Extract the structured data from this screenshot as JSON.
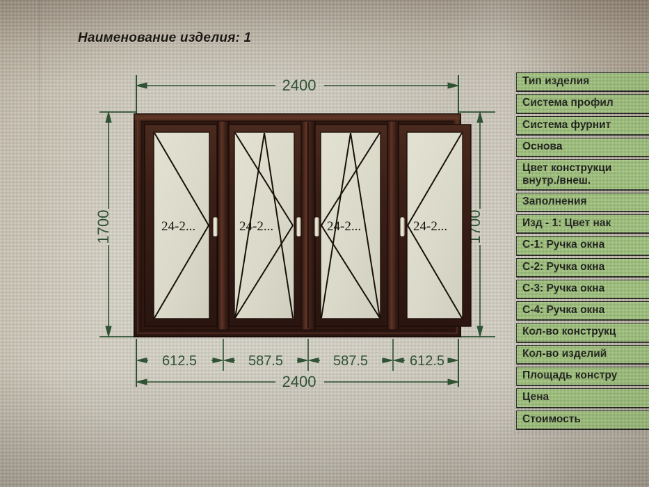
{
  "title": "Наименование изделия: 1",
  "colors": {
    "dimension_green": "#2f5233",
    "frame_dark": "#3a2018",
    "frame_mid": "#5a3126",
    "glass": "#dcdccb",
    "table_green": "#9cc078",
    "table_border": "#1d1f17",
    "text_dark": "#12140e"
  },
  "drawing": {
    "top_dimension": "2400",
    "bottom_total_dimension": "2400",
    "left_height_dimension": "1700",
    "right_height_dimension": "1700",
    "sash_widths": [
      "612.5",
      "587.5",
      "587.5",
      "612.5"
    ],
    "sash_labels": [
      "24-2...",
      "24-2...",
      "24-2...",
      "24-2..."
    ],
    "sash_opening_types": [
      "turn-right",
      "tilt-turn-left",
      "tilt-turn-right",
      "turn-left"
    ],
    "units_note": ""
  },
  "properties": {
    "rows": [
      {
        "label": "Тип изделия"
      },
      {
        "label": "Система профил"
      },
      {
        "label": "Система фурнит"
      },
      {
        "label": "Основа"
      },
      {
        "label": "Цвет конструкци",
        "label2": "внутр./внеш."
      },
      {
        "label": "Заполнения"
      },
      {
        "label": "Изд - 1: Цвет нак"
      },
      {
        "label": "С-1: Ручка окна"
      },
      {
        "label": "С-2: Ручка окна"
      },
      {
        "label": "С-3: Ручка окна"
      },
      {
        "label": "С-4: Ручка окна"
      },
      {
        "label": "Кол-во конструкц"
      },
      {
        "label": "Кол-во изделий"
      },
      {
        "label": "Площадь констру"
      },
      {
        "label": "Цена"
      },
      {
        "label": "Стоимость"
      }
    ]
  }
}
